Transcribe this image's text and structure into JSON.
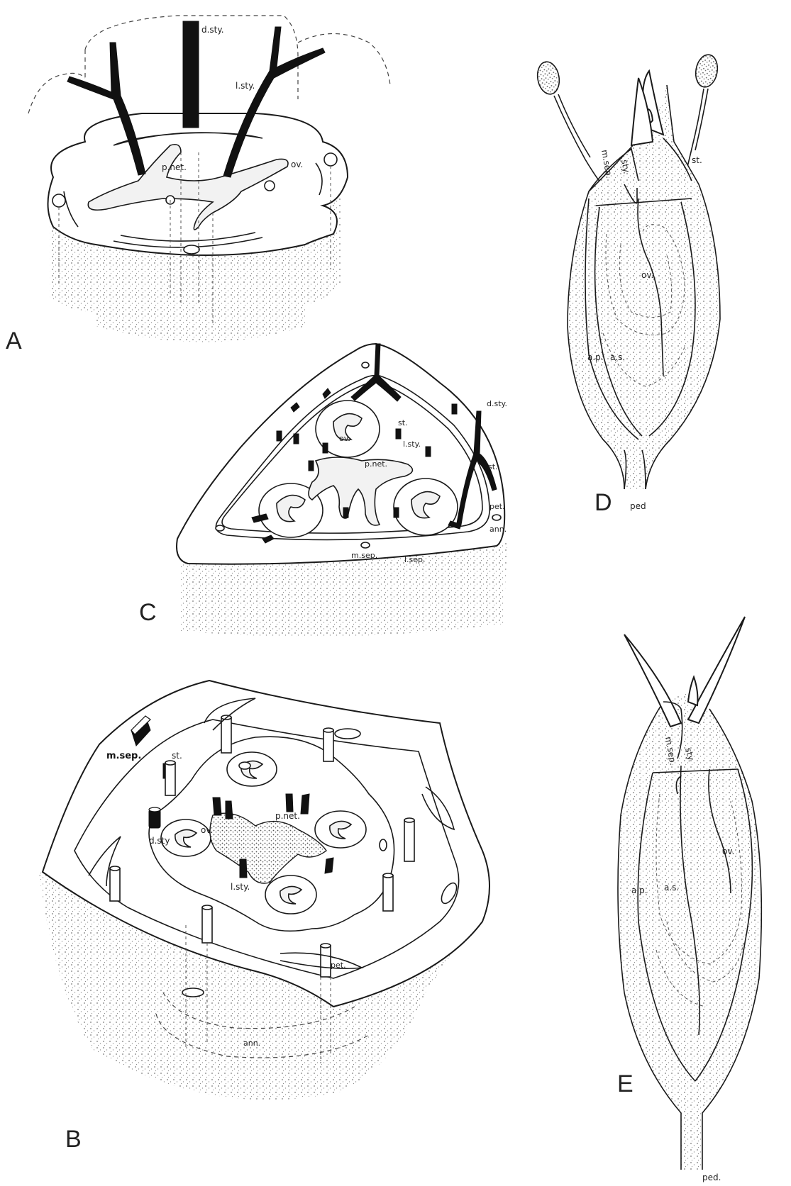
{
  "panels": {
    "A": {
      "letter": "A",
      "labels": {
        "d_sty": "d.sty.",
        "l_sty": "l.sty.",
        "p_net": "p.net.",
        "ov": "ov."
      }
    },
    "B": {
      "letter": "B",
      "labels": {
        "m_sep": "m.sep.",
        "st": "st.",
        "ov": "ov.",
        "p_net": "p.net.",
        "d_sty": "d.sty",
        "l_sty": "l.sty.",
        "pet": "pet.",
        "ann": "ann."
      }
    },
    "C": {
      "letter": "C",
      "labels": {
        "d_sty": "d.sty.",
        "st_top": "st.",
        "ov": "ov.",
        "l_sty": "l.sty.",
        "p_net": "p.net.",
        "st_right": "st.",
        "pet": "pet.",
        "ann": "ann.",
        "m_sep": "m.sep.",
        "l_sep": "l.sep."
      }
    },
    "D": {
      "letter": "D",
      "labels": {
        "st": "st.",
        "m_sep": "m.sep.",
        "sty": "sty.",
        "ov": "ov.",
        "ap": "a.p.",
        "as": "a.s.",
        "ped": "ped"
      }
    },
    "E": {
      "letter": "E",
      "labels": {
        "m_sep": "m.sep.",
        "sty": "sty.",
        "ov": "ov.",
        "ap": "a.p.",
        "as": "a.s.",
        "ped": "ped."
      }
    }
  }
}
